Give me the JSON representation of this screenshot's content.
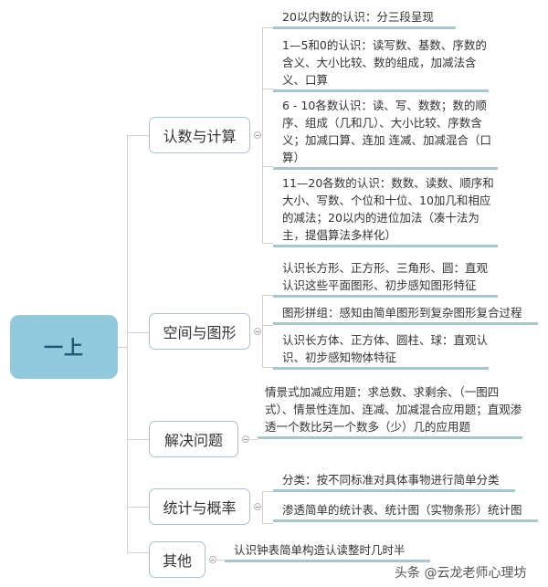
{
  "root": {
    "label": "一上"
  },
  "branches": [
    {
      "label": "认数与计算",
      "leaves": [
        "20以内数的认识：分三段呈现",
        "1—5和0的认识：读写数、基数、序数的含义、大小比较、数的组成，加减法含义、口算",
        "6 - 10各数认识：读、写、数数；数的顺序、组成（几和几）、大小比较、序数含义；加减口算、连加 连减、加减混合（口算）",
        "11—20各数的认识：数数、读数、顺序和大小、写数、个位和十位、10加几和相应的减法；20以内的进位加法（凑十法为主，提倡算法多样化）"
      ]
    },
    {
      "label": "空间与图形",
      "leaves": [
        "认识长方形、正方形、三角形、圆：直观认识这些平面图形、初步感知图形特征",
        "图形拼组：感知由简单图形到复杂图形复合过程",
        "认识长方体、正方体、圆柱、球：直观认识、初步感知物体特征"
      ]
    },
    {
      "label": "解决问题",
      "leaves": [
        "情景式加减应用题：求总数、求剩余、（一图四式）、情景性连加、连减、加减混合应用题；直观渗透一个数比另一个数多（少）几的应用题"
      ]
    },
    {
      "label": "统计与概率",
      "leaves": [
        "分类：按不同标准对具体事物进行简单分类",
        "渗透简单的统计表、统计图（实物条形）统计图"
      ]
    },
    {
      "label": "其他",
      "leaves": [
        "认识钟表简单构造认读整时几时半"
      ]
    }
  ],
  "watermark": "头条 @云龙老师心理坊",
  "colors": {
    "root_fill": "#93c9dc",
    "root_text": "#1f5a7a",
    "branch_border": "#a9c3cb",
    "leaf_underline": "#a7c7cc",
    "connector": "#cfcfcf"
  }
}
